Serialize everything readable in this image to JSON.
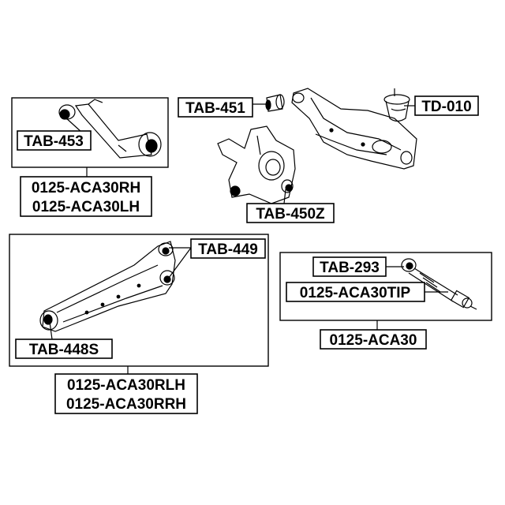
{
  "labels": {
    "tab_453": "TAB-453",
    "tab_451": "TAB-451",
    "td_010": "TD-010",
    "tab_450z": "TAB-450Z",
    "tab_449": "TAB-449",
    "tab_448s": "TAB-448S",
    "tab_293": "TAB-293",
    "part_0125_aca30tip": "0125-ACA30TIP",
    "part_0125_aca30": "0125-ACA30",
    "part_0125_aca30rh": "0125-ACA30RH",
    "part_0125_aca30lh": "0125-ACA30LH",
    "part_0125_aca30rlh": "0125-ACA30RLH",
    "part_0125_aca30rrh": "0125-ACA30RRH"
  }
}
